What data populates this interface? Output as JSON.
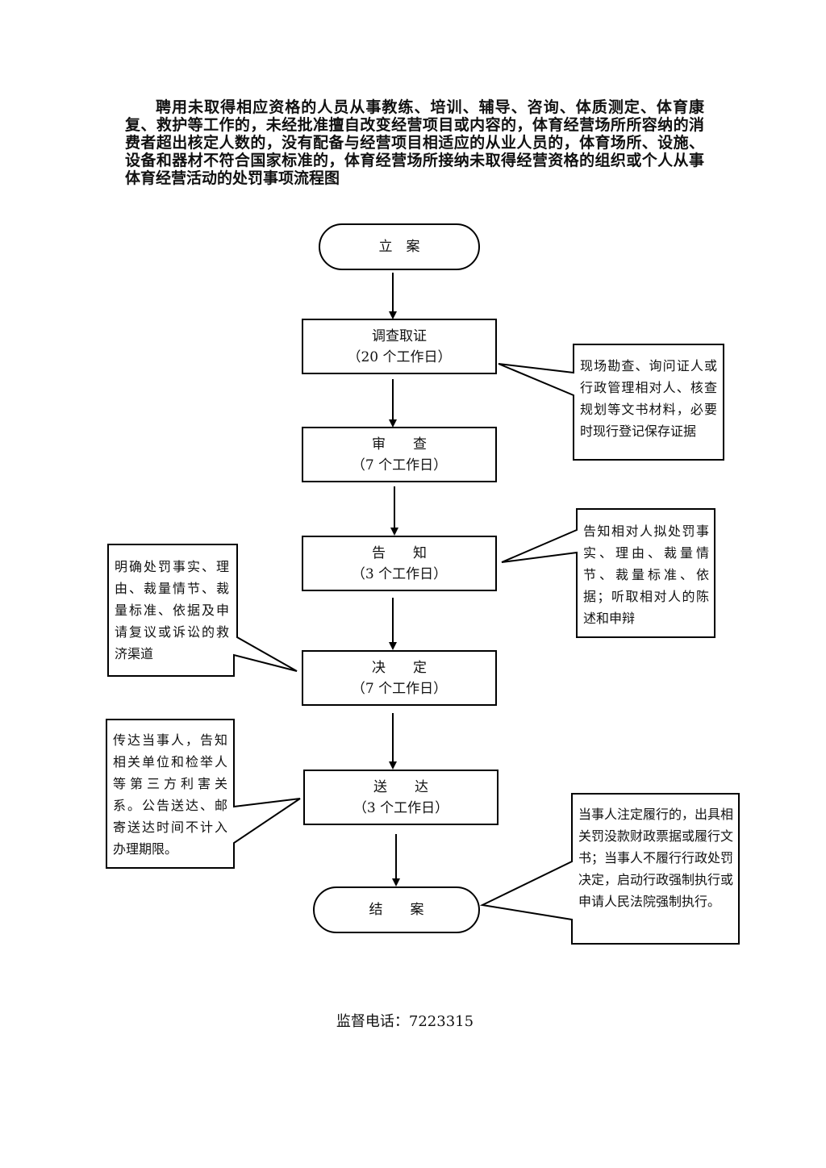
{
  "title": "聘用未取得相应资格的人员从事教练、培训、辅导、咨询、体质测定、体育康复、救护等工作的，未经批准擅自改变经营项目或内容的，体育经营场所所容纳的消费者超出核定人数的，没有配备与经营项目相适应的从业人员的，体育场所、设施、设备和器材不符合国家标准的，体育经营场所接纳未取得经营资格的组织或个人从事体育经营活动的处罚事项流程图",
  "steps": [
    {
      "label": "立　案",
      "duration": ""
    },
    {
      "label": "调查取证",
      "duration": "（20 个工作日）"
    },
    {
      "label": "审　　查",
      "duration": "（7 个工作日）"
    },
    {
      "label": "告　　知",
      "duration": "（3 个工作日）"
    },
    {
      "label": "决　　定",
      "duration": "（7 个工作日）"
    },
    {
      "label": "送　　达",
      "duration": "（3 个工作日）"
    },
    {
      "label": "结　　案",
      "duration": ""
    }
  ],
  "notes": {
    "investigation": "现场勘查、询问证人或行政管理相对人、核查规划等文书材料，必要时现行登记保存证据",
    "notice": "告知相对人拟处罚事实、理由、裁量情节、裁量标准、依据；听取相对人的陈述和申辩",
    "decision": "明确处罚事实、理由、裁量情节、裁量标准、依据及申请复议或诉讼的救济渠道",
    "delivery": "传达当事人，告知相关单位和检举人等第三方利害关系。公告送达、邮寄送达时间不计入办理期限。",
    "closing": "当事人注定履行的，出具相关罚没款财政票据或履行文书；当事人不履行行政处罚决定，启动行政强制执行或申请人民法院强制执行。"
  },
  "footer": "监督电话：7223315"
}
